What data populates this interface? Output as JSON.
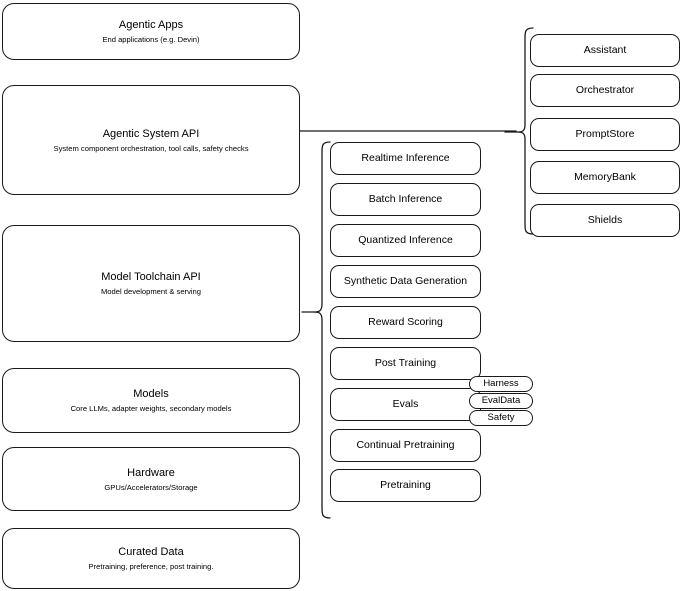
{
  "diagram": {
    "title": "AI stack layered architecture",
    "stroke_color": "#1a1a1a",
    "background_color": "#ffffff"
  },
  "stack_layers": [
    {
      "id": "agentic-apps",
      "title": "Agentic Apps",
      "subtitle": "End applications (e.g. Devin)"
    },
    {
      "id": "agentic-system-api",
      "title": "Agentic System API",
      "subtitle": "System component orchestration, tool calls, safety checks"
    },
    {
      "id": "model-toolchain-api",
      "title": "Model Toolchain API",
      "subtitle": "Model development & serving"
    },
    {
      "id": "models",
      "title": "Models",
      "subtitle": "Core LLMs, adapter weights, secondary models"
    },
    {
      "id": "hardware",
      "title": "Hardware",
      "subtitle": "GPUs/Accelerators/Storage"
    },
    {
      "id": "curated-data",
      "title": "Curated Data",
      "subtitle": "Pretraining, preference, post training."
    }
  ],
  "toolchain_items": [
    {
      "id": "realtime-inference",
      "label": "Realtime Inference"
    },
    {
      "id": "batch-inference",
      "label": "Batch Inference"
    },
    {
      "id": "quantized-inference",
      "label": "Quantized Inference"
    },
    {
      "id": "synthetic-data-generation",
      "label": "Synthetic Data Generation"
    },
    {
      "id": "reward-scoring",
      "label": "Reward Scoring"
    },
    {
      "id": "post-training",
      "label": "Post Training"
    },
    {
      "id": "evals",
      "label": "Evals"
    },
    {
      "id": "continual-pretraining",
      "label": "Continual Pretraining"
    },
    {
      "id": "pretraining",
      "label": "Pretraining"
    }
  ],
  "evals_subitems": [
    {
      "id": "harness",
      "label": "Harness"
    },
    {
      "id": "evaldata",
      "label": "EvalData"
    },
    {
      "id": "safety",
      "label": "Safety"
    }
  ],
  "agentic_system_items": [
    {
      "id": "assistant",
      "label": "Assistant"
    },
    {
      "id": "orchestrator",
      "label": "Orchestrator"
    },
    {
      "id": "promptstore",
      "label": "PromptStore"
    },
    {
      "id": "memorybank",
      "label": "MemoryBank"
    },
    {
      "id": "shields",
      "label": "Shields"
    }
  ]
}
